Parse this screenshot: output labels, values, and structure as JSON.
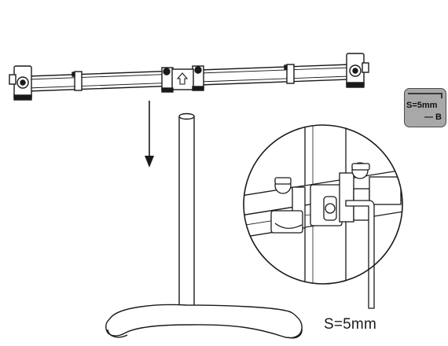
{
  "hardware_badge": {
    "size": "S=5mm",
    "part": "— B"
  },
  "tool_label": "S=5mm"
}
